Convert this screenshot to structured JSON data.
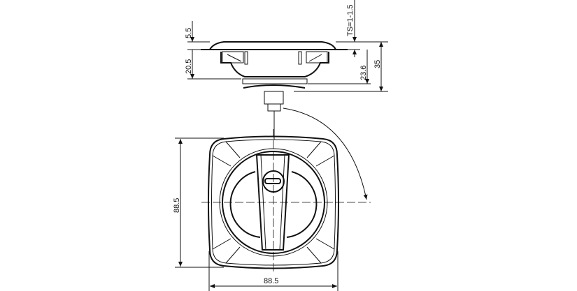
{
  "drawing": {
    "side_view": {
      "dim_top": "5.5",
      "dim_body": "20.5",
      "dim_panel": "TS=1-1.5",
      "dim_depth": "23.6",
      "dim_total": "35"
    },
    "front_view": {
      "dim_height": "88.5",
      "dim_width": "88.5"
    },
    "line_color": "#111111"
  }
}
